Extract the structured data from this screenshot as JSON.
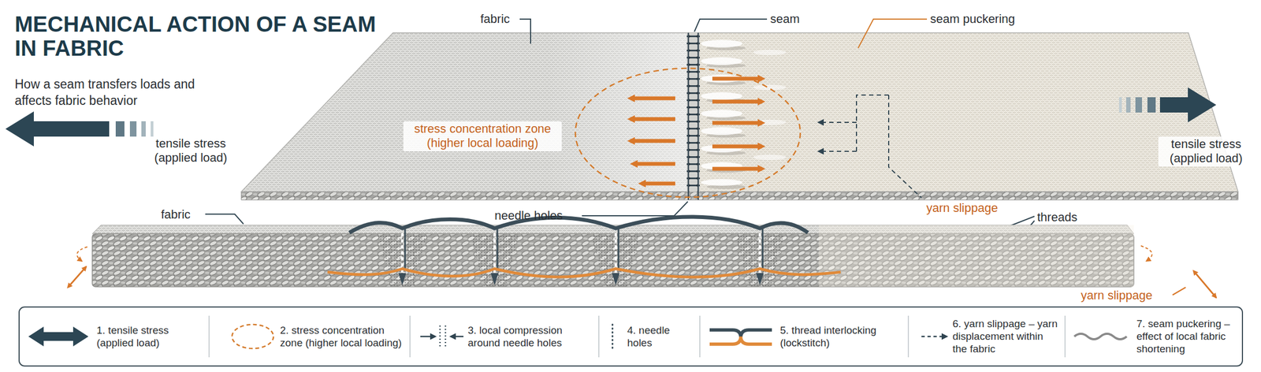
{
  "diagram": {
    "title": "MECHANICAL ACTION OF A SEAM IN FABRIC",
    "caption": "How a seam transfers loads and affects fabric behavior",
    "labels": [
      "fabric",
      "seam",
      "seam puckering",
      "tensile stress (applied load)",
      "stress concentration zone (higher local loading)",
      "tensile stress (applied load)",
      "needle holes",
      "yarn slippage",
      "fabric",
      "threads",
      "yarn slippage"
    ],
    "legend": [
      {
        "text": "1. tensile stress (applied load)"
      },
      {
        "text": "2. stress concentration zone (higher local loading)"
      },
      {
        "text": "3. local compression around needle holes"
      },
      {
        "text": "4. needle holes"
      },
      {
        "text": "5. thread interlocking (lockstitch)"
      },
      {
        "text": "6. yarn slippage – yarn displacement within the fabric"
      },
      {
        "text": "7. seam puckering – effect of local fabric shortening"
      }
    ]
  }
}
